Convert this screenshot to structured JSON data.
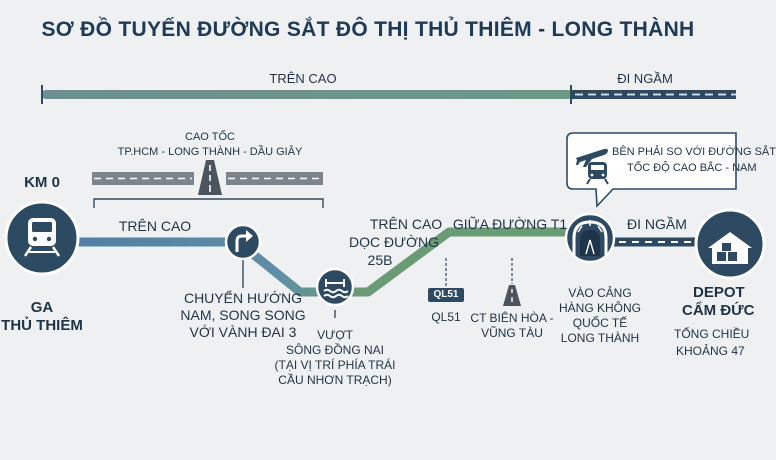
{
  "title": "SƠ ĐỒ TUYẾN ĐƯỜNG SẮT ĐÔ THỊ THỦ THIÊM - LONG THÀNH",
  "top_bar": {
    "elevated_label": "TRÊN CAO",
    "underground_label": "ĐI NGẦM"
  },
  "expressway": {
    "line1": "CAO TỐC",
    "line2": "TP.HCM - LONG THÀNH - DẦU GIÂY"
  },
  "start": {
    "km": "KM 0",
    "name_line1": "GA",
    "name_line2": "THỦ THIÊM"
  },
  "segments": {
    "elevated_1": "TRÊN CAO",
    "elevated_2_line1": "TRÊN CAO",
    "elevated_2_line2": "DỌC ĐƯỜNG",
    "elevated_2_line3": "25B",
    "median_t1": "GIỮA ĐƯỜNG T1",
    "underground": "ĐI NGẦM"
  },
  "turn": {
    "line1": "CHUYỂN HƯỚNG",
    "line2": "NAM, SONG SONG",
    "line3": "VỚI VÀNH ĐAI 3"
  },
  "river": {
    "line1": "VƯỢT",
    "line2": "SÔNG ĐỒNG NAI",
    "line3": "(TẠI VỊ TRÍ PHÍA TRÁI",
    "line4": "CẦU NHƠN TRẠCH)"
  },
  "ql51": {
    "badge": "QL51",
    "label": "QL51"
  },
  "ct": {
    "line1": "CT BIÊN HÒA -",
    "line2": "VŨNG TÀU"
  },
  "airport": {
    "line1": "VÀO CẢNG",
    "line2": "HÀNG KHÔNG",
    "line3": "QUỐC TẾ",
    "line4": "LONG THÀNH"
  },
  "callout": {
    "line1": "BÊN PHẢI SO VỚI ĐƯỜNG SẮT",
    "line2": "TỐC ĐỘ CAO BẮC - NAM"
  },
  "depot": {
    "line1": "DEPOT",
    "line2": "CẨM ĐỨC",
    "sub1": "TỔNG CHIỀU",
    "sub2": "KHOẢNG 47"
  },
  "colors": {
    "dark_blue": "#2e4a63",
    "steel_blue": "#5b87a8",
    "green": "#6a9b75",
    "gray": "#6f7780"
  }
}
